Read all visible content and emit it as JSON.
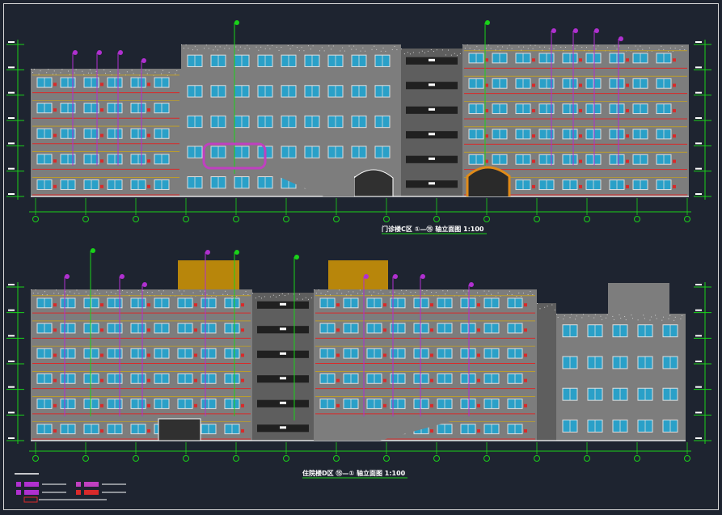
{
  "drawing": {
    "background": "#1e2430",
    "colors": {
      "wall": "#7d7d7d",
      "wall_dark": "#5e5e5e",
      "window": "#2aa0c8",
      "window_frame": "#dddddd",
      "balcony_line": "#d92a2a",
      "axis_line": "#19d219",
      "leader_purple": "#b030d0",
      "marker_yellow": "#e0b000",
      "roof_box": "#b8860b",
      "gate_arch": "#e08a18",
      "canopy": "#c040c0",
      "title_text": "#ffffff"
    }
  },
  "elevations": [
    {
      "id": "upper",
      "title": "门诊楼C区 ①—⑮ 轴立面图",
      "scale": "1:100",
      "floors": 6,
      "axis_count": 14
    },
    {
      "id": "lower",
      "title": "住院楼D区 ⑮—① 轴立面图",
      "scale": "1:100",
      "floors": 6,
      "axis_count": 14
    }
  ],
  "legend": {
    "items": [
      {
        "color": "#b030d0"
      },
      {
        "color": "#b030d0"
      },
      {
        "color": "#c040c0"
      },
      {
        "color": "#d92a2a"
      }
    ]
  }
}
